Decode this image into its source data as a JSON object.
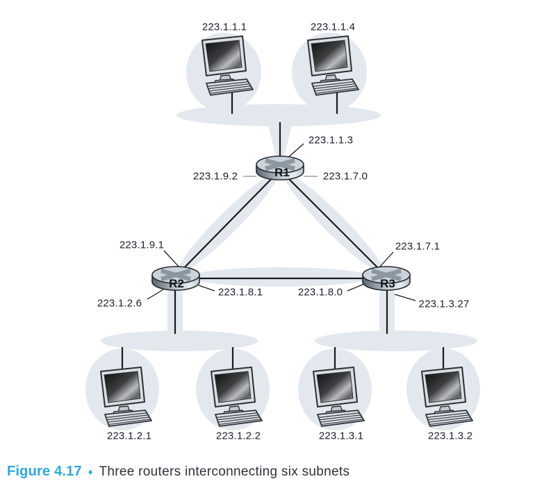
{
  "caption": {
    "label": "Figure 4.17",
    "separator": "♦",
    "text": "Three routers interconnecting six subnets"
  },
  "routers": {
    "r1": {
      "name": "R1",
      "if_top": "223.1.1.3",
      "if_left": "223.1.9.2",
      "if_right": "223.1.7.0"
    },
    "r2": {
      "name": "R2",
      "if_upper": "223.1.9.1",
      "if_lower_left": "223.1.2.6",
      "if_lower_right": "223.1.8.1"
    },
    "r3": {
      "name": "R3",
      "if_upper": "223.1.7.1",
      "if_lower_left": "223.1.8.0",
      "if_lower_right": "223.1.3.27"
    }
  },
  "hosts": {
    "top_left": "223.1.1.1",
    "top_right": "223.1.1.4",
    "bottom_1": "223.1.2.1",
    "bottom_2": "223.1.2.2",
    "bottom_3": "223.1.3.1",
    "bottom_4": "223.1.3.2"
  },
  "colors": {
    "accent": "#29a9e2",
    "subnet_blob": "#e3e8ef"
  }
}
